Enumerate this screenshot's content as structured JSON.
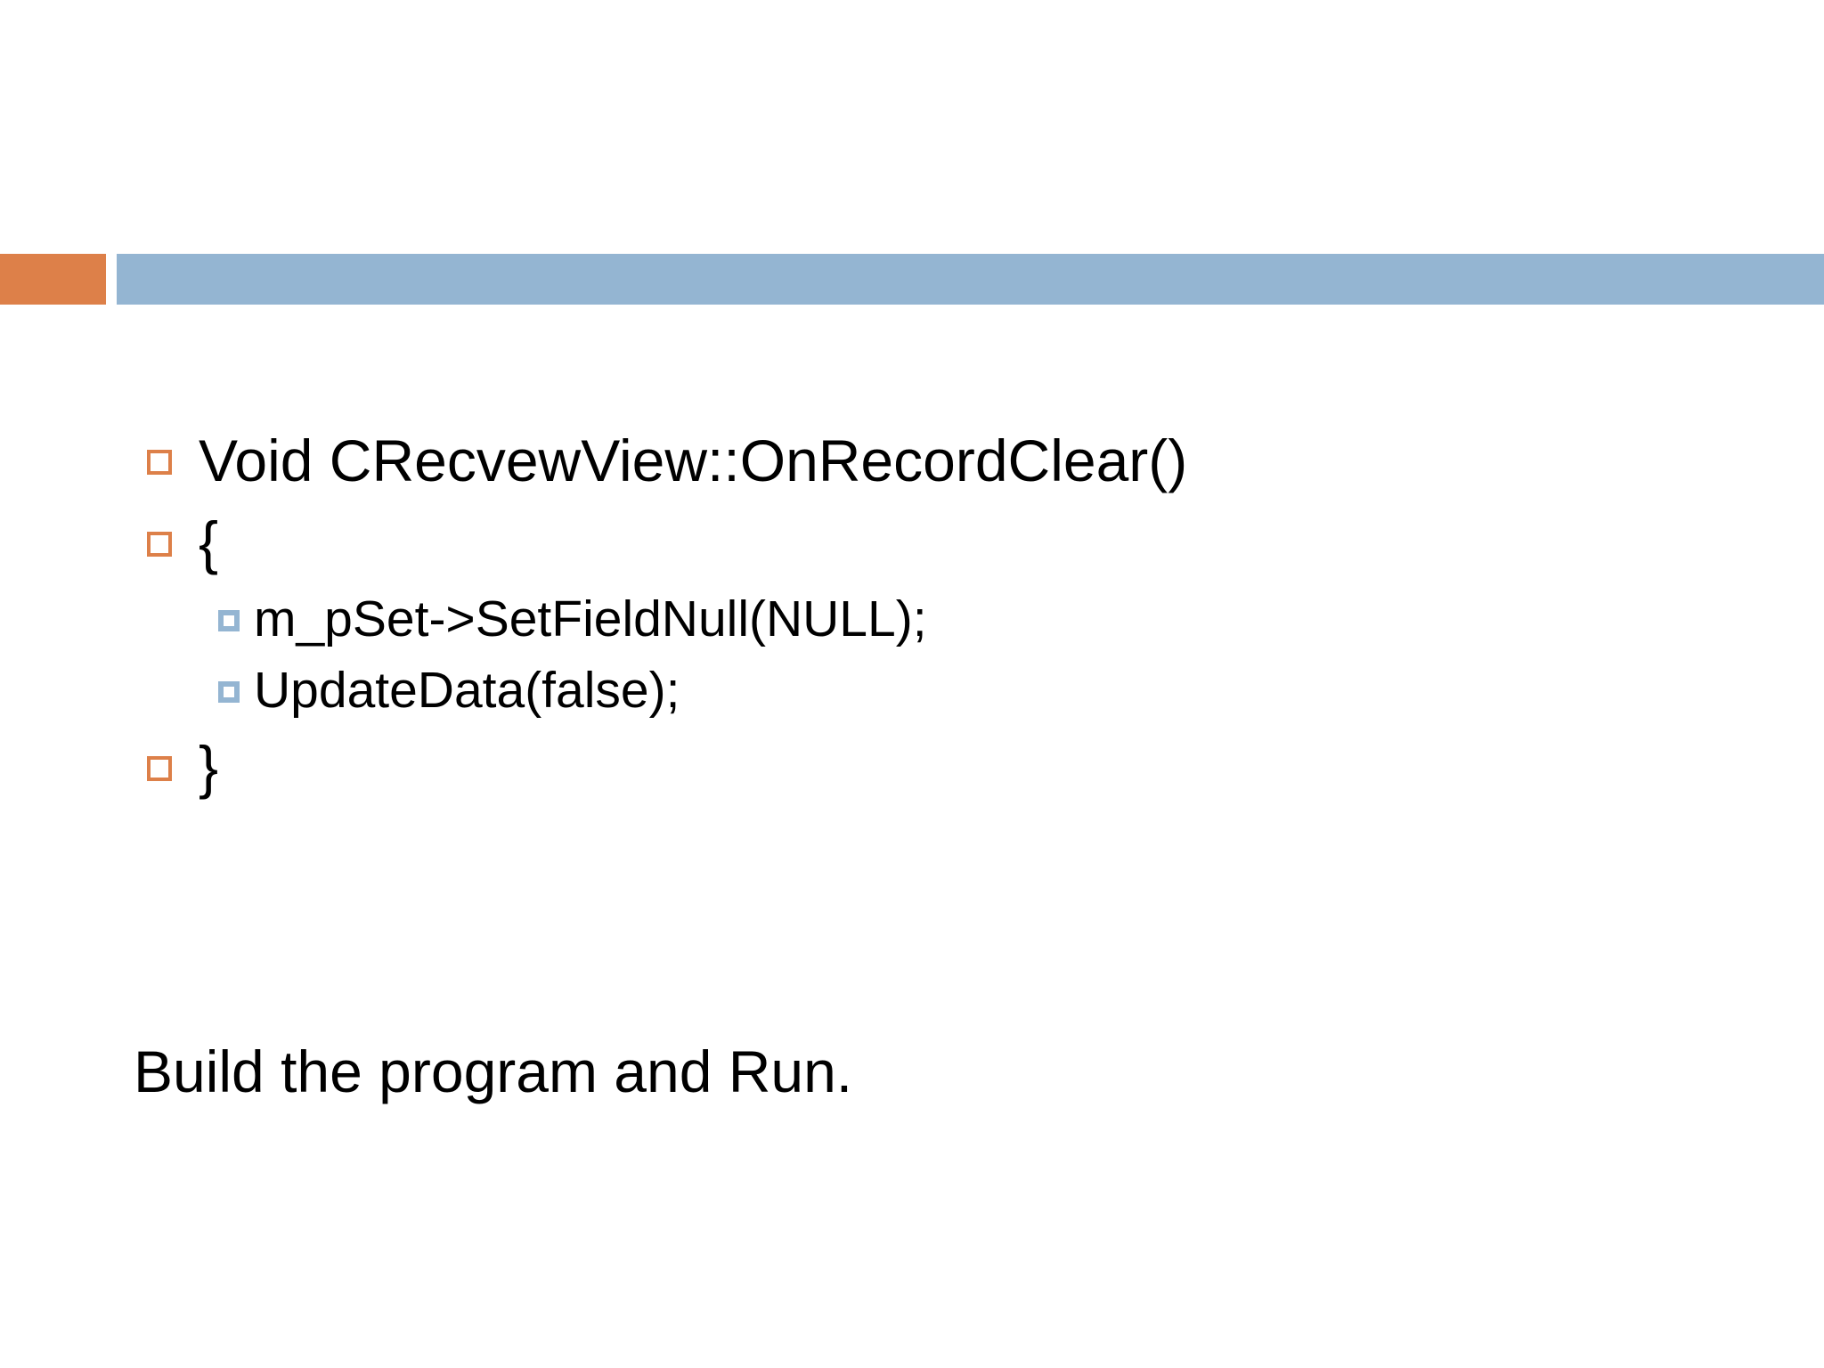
{
  "slide": {
    "background_color": "#ffffff",
    "header": {
      "accent_bar_color": "#dd8049",
      "main_bar_color": "#94b5d2",
      "title": ""
    },
    "body": {
      "bullets": [
        {
          "level": 1,
          "bullet_glyph": "hollow-orange-square",
          "bullet_color": "#dd8049",
          "text": "Void CRecvewView::OnRecordClear()"
        },
        {
          "level": 1,
          "bullet_glyph": "hollow-orange-square",
          "bullet_color": "#dd8049",
          "text": "{"
        },
        {
          "level": 2,
          "bullet_glyph": "filled-blue-square",
          "bullet_color": "#94b5d2",
          "text": "m_pSet->SetFieldNull(NULL);"
        },
        {
          "level": 2,
          "bullet_glyph": "filled-blue-square",
          "bullet_color": "#94b5d2",
          "text": "UpdateData(false);"
        },
        {
          "level": 1,
          "bullet_glyph": "hollow-orange-square",
          "bullet_color": "#dd8049",
          "text": "}"
        }
      ],
      "closing_text": "Build the program and Run."
    }
  }
}
